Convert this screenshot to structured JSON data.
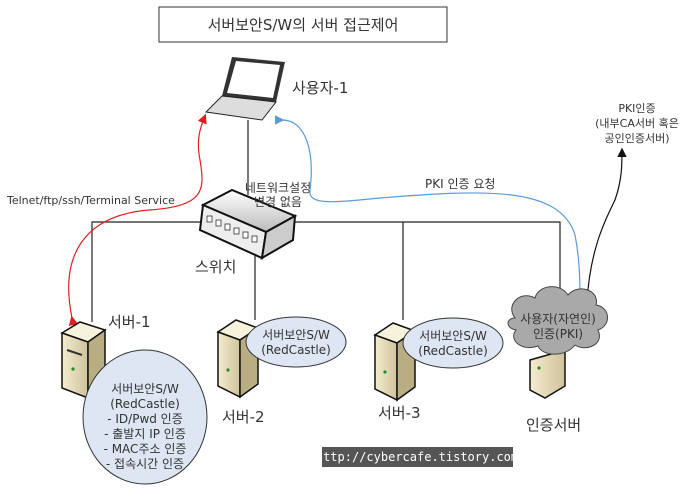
{
  "title": "서버보안S/W의 서버 접근제어",
  "user": {
    "label": "사용자-1"
  },
  "switch": {
    "label": "스위치",
    "note": [
      "네트워크설정",
      "변경 없음"
    ]
  },
  "protocols_label": "Telnet/ftp/ssh/Terminal Service",
  "pki_request_label": "PKI 인증 요청",
  "pki_authority": [
    "PKI인증",
    "(내부CA서버 혹은",
    "공인인증서버)"
  ],
  "servers": [
    {
      "label": "서버-1",
      "bubble": [
        "서버보안S/W",
        "(RedCastle)",
        "- ID/Pwd 인증",
        "- 출발지 IP 인증",
        "- MAC주소 인증",
        "- 접속시간 인증"
      ]
    },
    {
      "label": "서버-2",
      "bubble": [
        "서버보안S/W",
        "(RedCastle)"
      ]
    },
    {
      "label": "서버-3",
      "bubble": [
        "서버보안S/W",
        "(RedCastle)"
      ]
    }
  ],
  "auth_server": {
    "label": "인증서버",
    "cloud": [
      "사용자(자연인)",
      "인증(PKI)"
    ]
  },
  "watermark": "http://cybercafe.tistory.com",
  "colors": {
    "telnet_arrow": "#e02020",
    "pki_arrow": "#5b9bd5",
    "cloud": "#a9a9a9",
    "bubble": "#dde6f2",
    "watermark_bg": "#555555"
  }
}
